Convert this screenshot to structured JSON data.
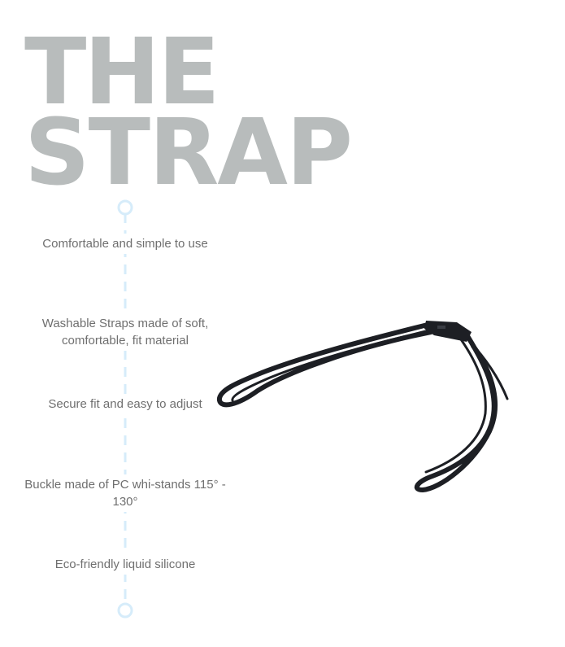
{
  "headline": {
    "line1": "THE",
    "line2": "STRAP"
  },
  "features": [
    {
      "text": "Comfortable and simple to use"
    },
    {
      "text": "Washable Straps made of soft, comfortable, fit material"
    },
    {
      "text": "Secure fit and easy to adjust"
    },
    {
      "text": "Buckle made of PC whi-stands 115° - 130°"
    },
    {
      "text": "Eco-friendly liquid silicone"
    }
  ],
  "colors": {
    "headline": "#b8bcbc",
    "timeline": "#d6ecfa",
    "body_text": "#6f6f6f",
    "strap": "#1d1f24"
  },
  "product_image": "strap-product-image"
}
